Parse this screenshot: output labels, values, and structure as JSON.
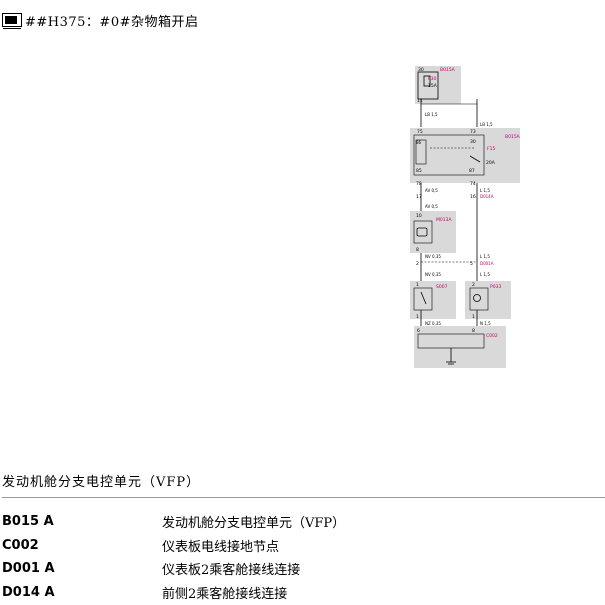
{
  "header": {
    "title": "##H375：#0#杂物箱开启"
  },
  "diagram": {
    "fuse_box": {
      "id": "B015A",
      "fuse": "F30",
      "rating": "15A",
      "pin_top": "30",
      "pin_bottom": "11"
    },
    "wire_a": "LB 1,5",
    "wire_b": "LB 1,5",
    "relay_box": {
      "id": "B015A",
      "relay": "F15",
      "rating": "20A",
      "pins": [
        "73",
        "75",
        "30",
        "86",
        "87",
        "85",
        "78",
        "74"
      ]
    },
    "wire_c": "AV 0,5",
    "wire_d": "L 1,5",
    "wire_d_code": "D014A",
    "pin_17": "17",
    "pin_16": "16",
    "wire_e": "AV 0,5",
    "ecu": {
      "id": "M013A",
      "pin_top": "10",
      "pin_bottom": "8"
    },
    "wire_f": "NV 0,35",
    "wire_g": "L 1,5",
    "wire_g_code": "D001A",
    "pin_2": "2",
    "pin_5": "5",
    "wire_h": "NV 0,35",
    "wire_i": "L 1,5",
    "switch": {
      "id": "S007",
      "pin_top": "1",
      "pin_bottom": "1"
    },
    "lamp": {
      "id": "P033",
      "pin_top": "2",
      "pin_bottom": "1"
    },
    "wire_j": "NZ 0,35",
    "wire_k": "N 1,5",
    "ground": {
      "id": "C002",
      "pin_left": "6",
      "pin_right": "8"
    }
  },
  "section_title": "发动机舱分支电控单元（VFP）",
  "codes": [
    {
      "code": "B015 A",
      "desc": "发动机舱分支电控单元（VFP）"
    },
    {
      "code": "C002",
      "desc": "仪表板电线接地节点"
    },
    {
      "code": "D001 A",
      "desc": "仪表板2乘客舱接线连接"
    },
    {
      "code": "D014 A",
      "desc": "前侧2乘客舱接线连接"
    }
  ]
}
